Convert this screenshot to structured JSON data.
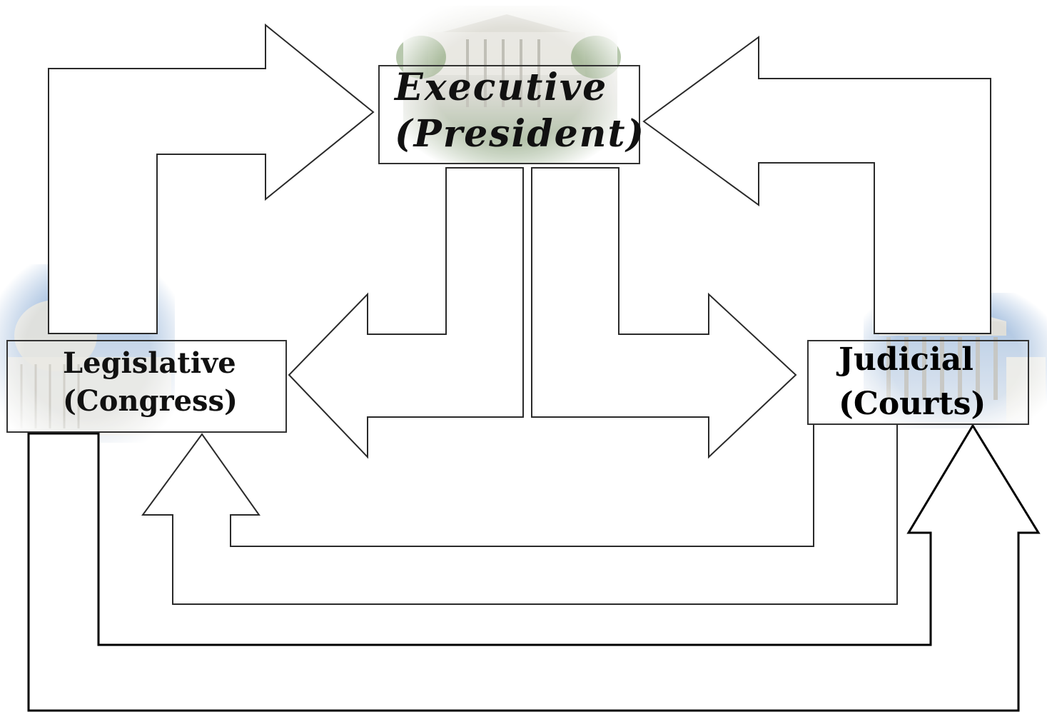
{
  "diagram": {
    "executive": {
      "title": "Executive",
      "subtitle": "(President)"
    },
    "legislative": {
      "title": "Legislative",
      "subtitle": "(Congress)"
    },
    "judicial": {
      "title": "Judicial",
      "subtitle": "(Courts)"
    },
    "colors": {
      "stroke": "#2a2a2a",
      "sky": "#9fb8d8",
      "stone": "#d9d6cf",
      "foliage": "#6f8f5e"
    },
    "icons": [
      "white-house-photo",
      "capitol-photo",
      "supreme-court-photo"
    ]
  }
}
